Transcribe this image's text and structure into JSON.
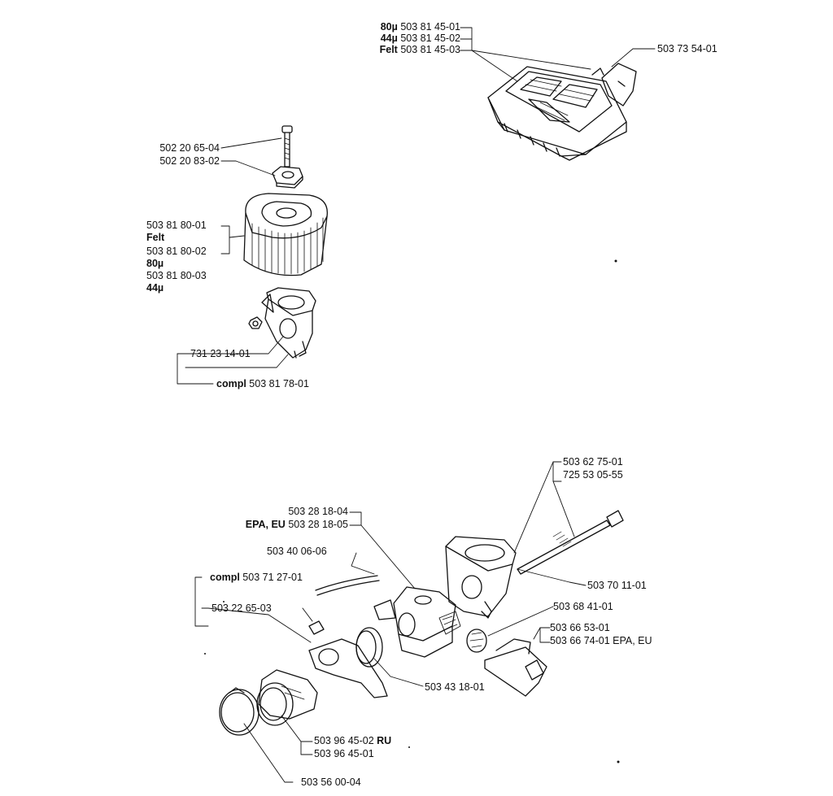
{
  "colors": {
    "ink": "#111111",
    "paper": "#ffffff"
  },
  "labels": {
    "filter_top_80": "80µ 503 81 45-01",
    "filter_top_44": "44µ 503 81 45-02",
    "filter_top_felt": "Felt 503 81 45-03",
    "filter_top_cover": "503 73 54-01",
    "bolt": "502 20 65-04",
    "nut": "502 20 83-02",
    "filter_felt_num": "503 81 80-01",
    "filter_felt_tag": "Felt",
    "filter_80_num": "503 81 80-02",
    "filter_80_tag": "80µ",
    "filter_44_num": "503 81 80-03",
    "filter_44_tag": "44µ",
    "holder_nut": "731 23 14-01",
    "holder_compl": "compl 503 81 78-01",
    "rod_a": "503 62 75-01",
    "rod_b": "725 53 05-55",
    "carb": "503 28 18-04",
    "carb_epa": "EPA, EU 503 28 18-05",
    "hose": "503 40 06-06",
    "manifold_compl": "compl 503 71 27-01",
    "manifold_part": "503 22 65-03",
    "holder_bottom": "503 70 11-01",
    "gasket_round": "503 68 41-01",
    "link_a": "503 66 53-01",
    "link_b": "503 66 74-01 EPA, EU",
    "ring": "503 43 18-01",
    "intake_ru": "503 96 45-02 RU",
    "intake": "503 96 45-01",
    "clamp": "503 56 00-04"
  }
}
